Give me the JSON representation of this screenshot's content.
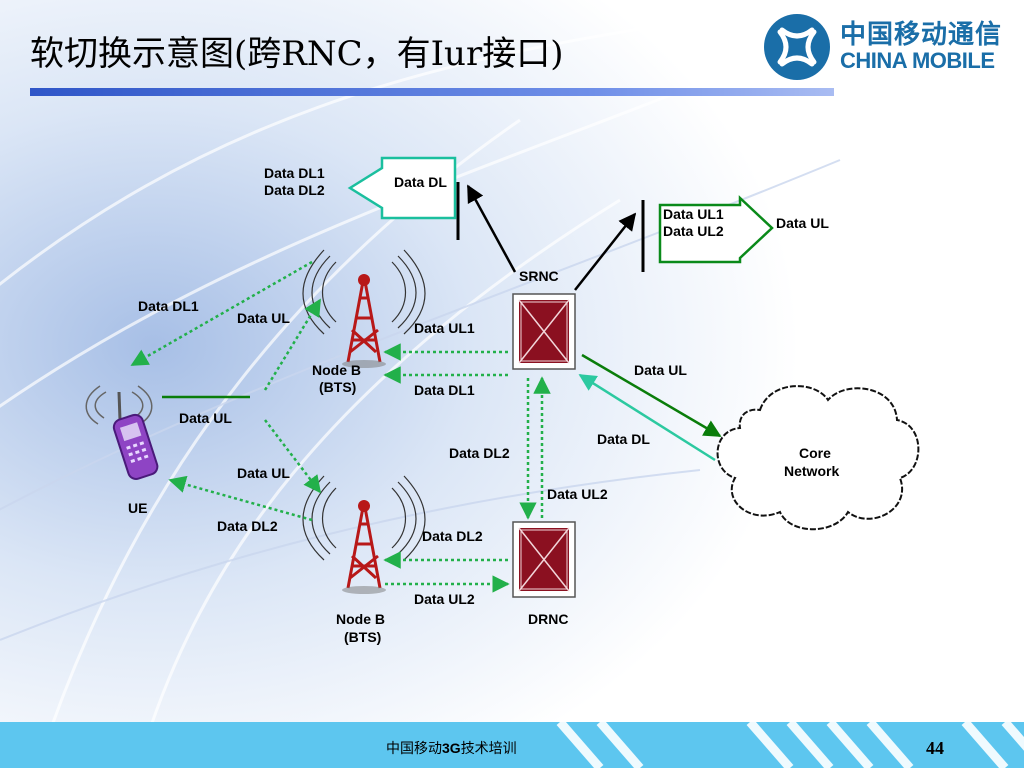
{
  "slide": {
    "title": "软切换示意图(跨RNC，有Iur接口)",
    "footer_prefix": "中国移动",
    "footer_bold": "3G",
    "footer_suffix": "技术培训",
    "page_number": "44"
  },
  "logo": {
    "cn": "中国移动通信",
    "en": "CHINA MOBILE"
  },
  "diagram": {
    "nodes": {
      "ue": "UE",
      "nodeb1_line1": "Node B",
      "nodeb1_line2": "(BTS)",
      "nodeb2_line1": "Node B",
      "nodeb2_line2": "(BTS)",
      "srnc": "SRNC",
      "drnc": "DRNC",
      "core_line1": "Core",
      "core_line2": "Network"
    },
    "labels": {
      "dl1_dl2_line1": "Data DL1",
      "dl1_dl2_line2": "Data DL2",
      "data_dl_top": "Data DL",
      "ul1_ul2_line1": "Data UL1",
      "ul1_ul2_line2": "Data UL2",
      "data_ul_top": "Data UL",
      "ue_dl1": "Data DL1",
      "nb1_ul": "Data UL",
      "nb1_srnc_ul1": "Data UL1",
      "srnc_nb1_dl1": "Data DL1",
      "ue_ul": "Data UL",
      "srnc_core_ul": "Data UL",
      "core_srnc_dl": "Data DL",
      "srnc_drnc_dl2": "Data DL2",
      "drnc_srnc_ul2": "Data UL2",
      "nb2_ul": "Data UL",
      "ue_dl2": "Data DL2",
      "drnc_nb2_dl2": "Data DL2",
      "nb2_drnc_ul2": "Data UL2"
    }
  },
  "colors": {
    "green_dotted": "#22b04a",
    "dark_green": "#0a7d0a",
    "teal": "#2cc9a0",
    "cyan_arrow": "#1bbf9e",
    "rnc_red": "#8b1020",
    "tower_red": "#b81818",
    "footer": "#5dc6ef",
    "logo_blue": "#1a6ea8"
  }
}
